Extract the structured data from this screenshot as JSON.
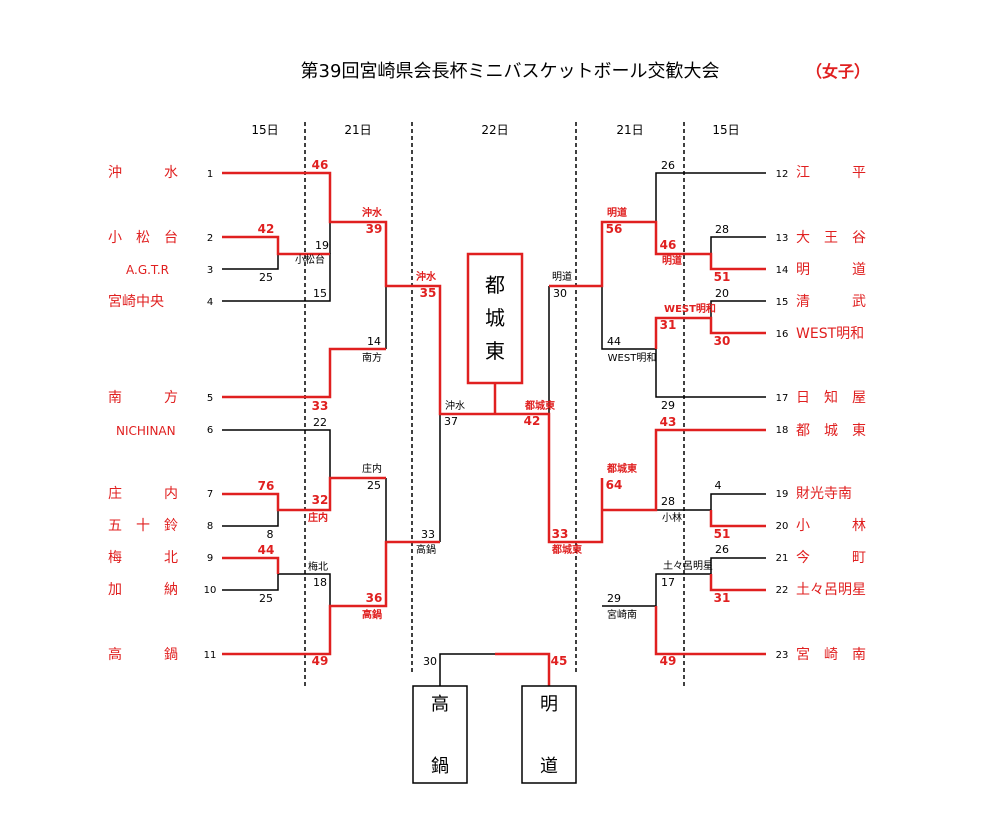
{
  "title": "第39回宮崎県会長杯ミニバスケットボール交歓大会",
  "division": "（女子）",
  "days": [
    "15日",
    "21日",
    "22日",
    "21日",
    "15日"
  ],
  "left_teams": [
    {
      "no": "1",
      "name": "沖　　　水"
    },
    {
      "no": "2",
      "name": "小　松　台"
    },
    {
      "no": "3",
      "name": "A.G.T.R"
    },
    {
      "no": "4",
      "name": "宮崎中央"
    },
    {
      "no": "5",
      "name": "南　　　方"
    },
    {
      "no": "6",
      "name": "NICHINAN"
    },
    {
      "no": "7",
      "name": "庄　　　内"
    },
    {
      "no": "8",
      "name": "五　十　鈴"
    },
    {
      "no": "9",
      "name": "梅　　　北"
    },
    {
      "no": "10",
      "name": "加　　　納"
    },
    {
      "no": "11",
      "name": "高　　　鍋"
    }
  ],
  "right_teams": [
    {
      "no": "12",
      "name": "江　　　平"
    },
    {
      "no": "13",
      "name": "大　王　谷"
    },
    {
      "no": "14",
      "name": "明　　　道"
    },
    {
      "no": "15",
      "name": "清　　　武"
    },
    {
      "no": "16",
      "name": "WEST明和"
    },
    {
      "no": "17",
      "name": "日　知　屋"
    },
    {
      "no": "18",
      "name": "都　城　東"
    },
    {
      "no": "19",
      "name": "財光寺南"
    },
    {
      "no": "20",
      "name": "小　　　林"
    },
    {
      "no": "21",
      "name": "今　　　町"
    },
    {
      "no": "22",
      "name": "土々呂明星"
    },
    {
      "no": "23",
      "name": "宮　崎　南"
    }
  ],
  "left_scores": {
    "r1_2v3": [
      "42",
      "25"
    ],
    "r1_7v8": [
      "76",
      "8"
    ],
    "r1_9v10": [
      "44",
      "25"
    ],
    "r2_1": [
      "46",
      "19"
    ],
    "r2_4v5": [
      "15",
      "33"
    ],
    "r2_6": [
      "22",
      "32"
    ],
    "r2_11": [
      "18",
      "49"
    ],
    "qf_top": [
      "39",
      "14"
    ],
    "qf_bottom": [
      "25",
      "36"
    ],
    "sf": [
      "35",
      "33"
    ]
  },
  "right_scores": {
    "r1_13v14": [
      "28",
      "51"
    ],
    "r1_15v16": [
      "20",
      "30"
    ],
    "r1_19v20": [
      "4",
      "51"
    ],
    "r1_21v22": [
      "26",
      "31"
    ],
    "r2_12": [
      "26",
      "46"
    ],
    "r2_17": [
      "31",
      "29"
    ],
    "r2_18": [
      "43",
      "28"
    ],
    "r2_23": [
      "17",
      "49"
    ],
    "qf_top": [
      "56",
      "44"
    ],
    "qf_bottom": [
      "64",
      "29"
    ],
    "sf": [
      "30",
      "33"
    ]
  },
  "left_winner_labels": {
    "r1_2v3": "小松台",
    "r1_7v8": "庄内",
    "r1_9v10": "梅北",
    "r2_1": "沖水",
    "r2_4v5": "南方",
    "r2_6": "庄内",
    "r2_11": "高鍋",
    "qf_top": "沖水",
    "qf_bottom": "高鍋"
  },
  "right_winner_labels": {
    "r1_13v14": "明道",
    "r1_15v16": "WEST明和",
    "r1_19v20": "小林",
    "r1_21v22": "土々呂明星",
    "r2_12": "明道",
    "r2_17": "WEST明和",
    "r2_18": "都城東",
    "r2_23": "宮崎南",
    "qf_top": "明道",
    "qf_bottom": "都城東"
  },
  "final": {
    "left_label": "沖水",
    "left_score": "37",
    "right_label": "都城東",
    "right_score": "42",
    "champion": "都城東"
  },
  "third_place": {
    "left_score": "30",
    "right_score": "45",
    "left_team": "高鍋",
    "right_team": "明道"
  },
  "colors": {
    "winner": "#e02020",
    "normal": "#000000"
  }
}
